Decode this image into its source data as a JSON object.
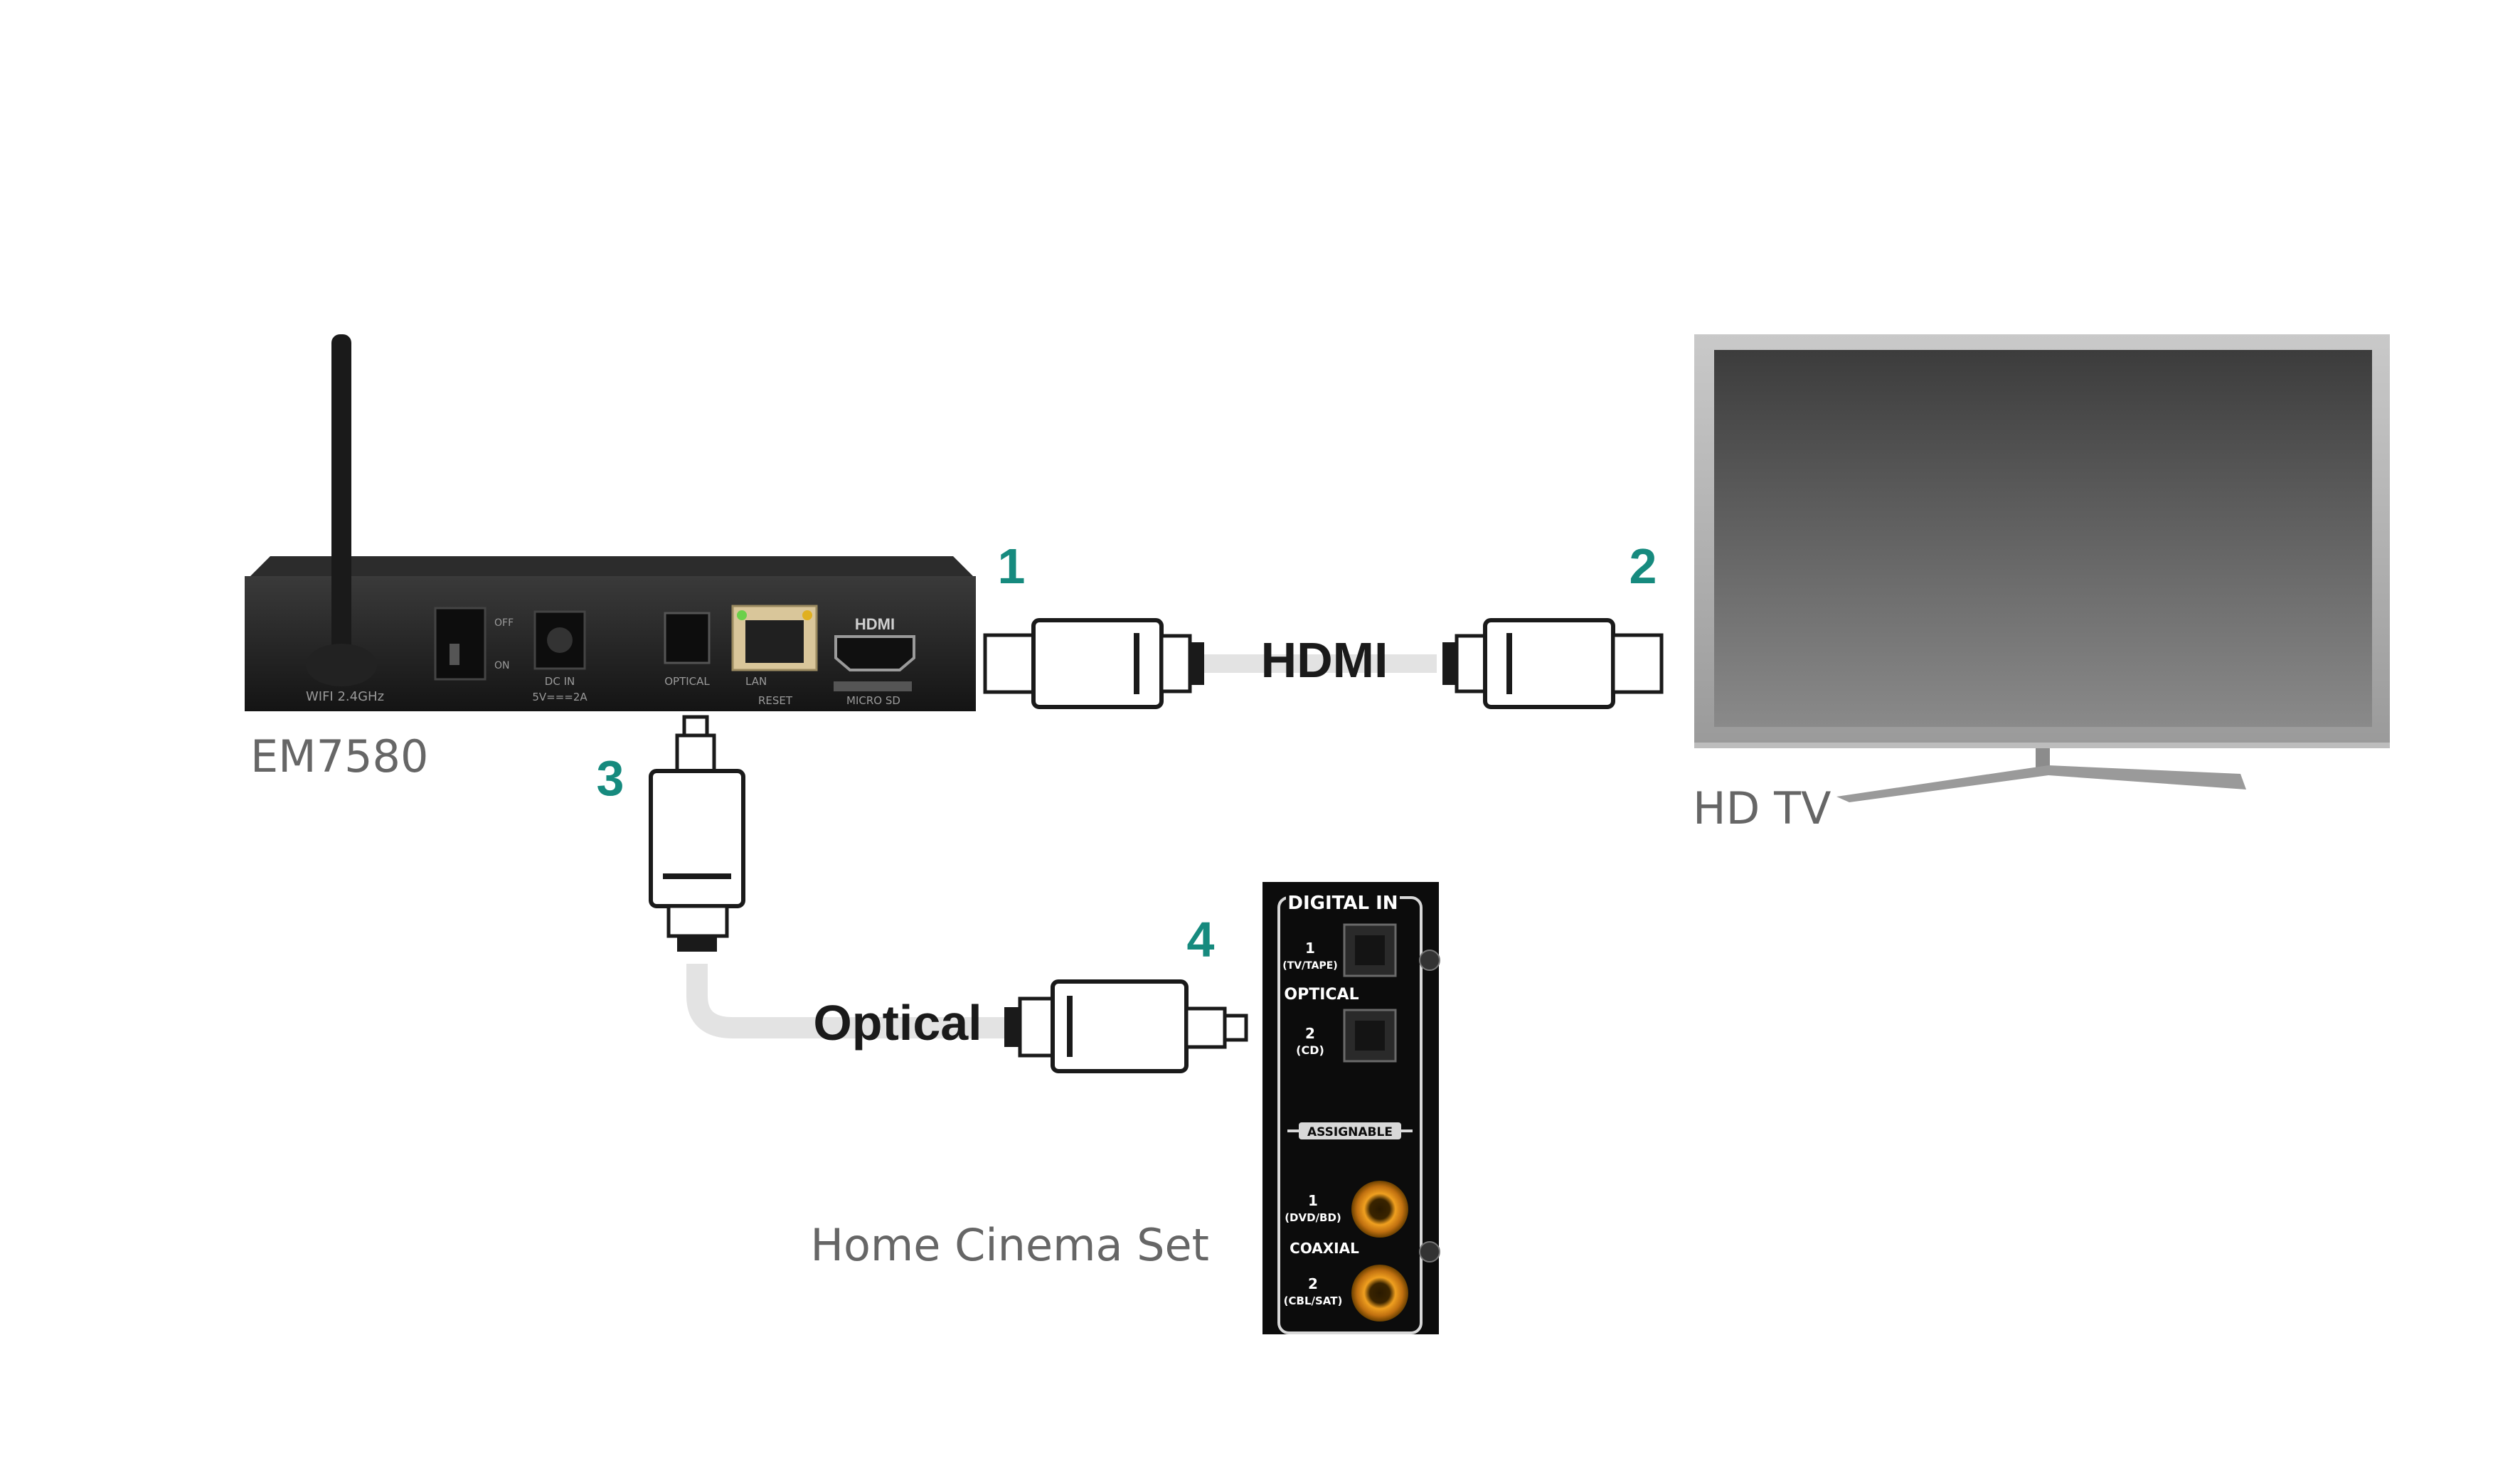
{
  "devices": {
    "player": {
      "name": "EM7580",
      "ports": [
        "WIFI 2.4GHz",
        "OFF",
        "ON",
        "DC IN",
        "5V===2A",
        "OPTICAL",
        "LAN",
        "RESET",
        "HDMI",
        "MICRO SD"
      ]
    },
    "tv": {
      "name": "HD TV"
    },
    "receiver": {
      "name": "Home Cinema Set"
    }
  },
  "cables": {
    "hdmi": {
      "label": "HDMI"
    },
    "optical": {
      "label": "Optical"
    }
  },
  "steps": [
    "1",
    "2",
    "3",
    "4"
  ],
  "receiver_panel": {
    "header": "DIGITAL IN",
    "optical_label": "OPTICAL",
    "input1": "1",
    "input1_sub": "(TV/TAPE)",
    "input2": "2",
    "input2_sub": "(CD)",
    "assignable": "ASSIGNABLE",
    "coax1": "1",
    "coax1_sub": "(DVD/BD)",
    "coaxial_label": "COAXIAL",
    "coax2": "2",
    "coax2_sub": "(CBL/SAT)"
  },
  "colors": {
    "step_accent": "#168a7e",
    "tv_frame": "#a9a9a9",
    "device_body": "#1e1e1e"
  }
}
